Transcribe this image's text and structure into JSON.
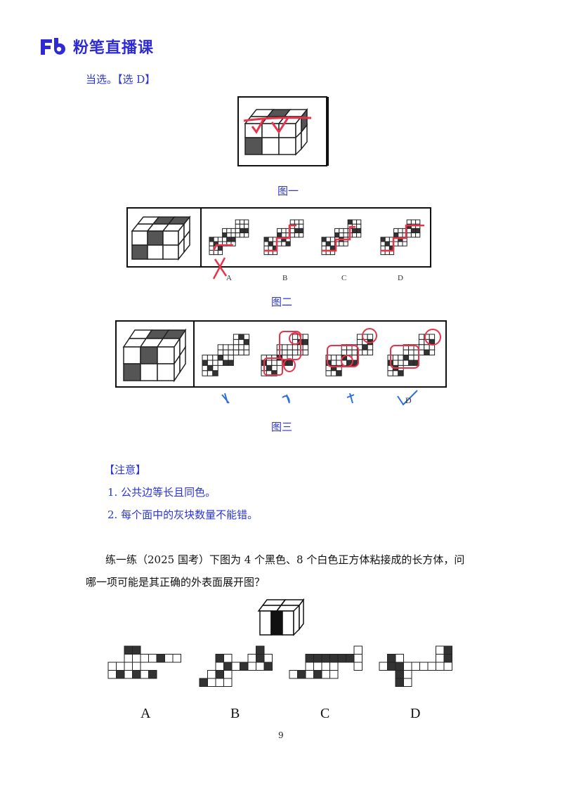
{
  "header": {
    "brand_text": "粉笔直播课",
    "logo_icon": "fb-logo-icon"
  },
  "answer_line": "当选。【选 D】",
  "figure_captions": {
    "fig1": "图一",
    "fig2": "图二",
    "fig3": "图三"
  },
  "option_labels": [
    "A",
    "B",
    "C",
    "D"
  ],
  "note": {
    "title": "【注意】",
    "items": [
      "1. 公共边等长且同色。",
      "2. 每个面中的灰块数量不能错。"
    ]
  },
  "practice": {
    "line1": "练一练（2025 国考）下图为 4 个黑色、8 个白色正方体粘接成的长方体，问",
    "line2": "哪一项可能是其正确的外表面展开图？"
  },
  "page_number": "9",
  "colors": {
    "brand": "#2e2bd6",
    "caption_blue": "#2b35d8",
    "annotation_red": "#e8344a",
    "annotation_blue": "#2f6fd6"
  }
}
